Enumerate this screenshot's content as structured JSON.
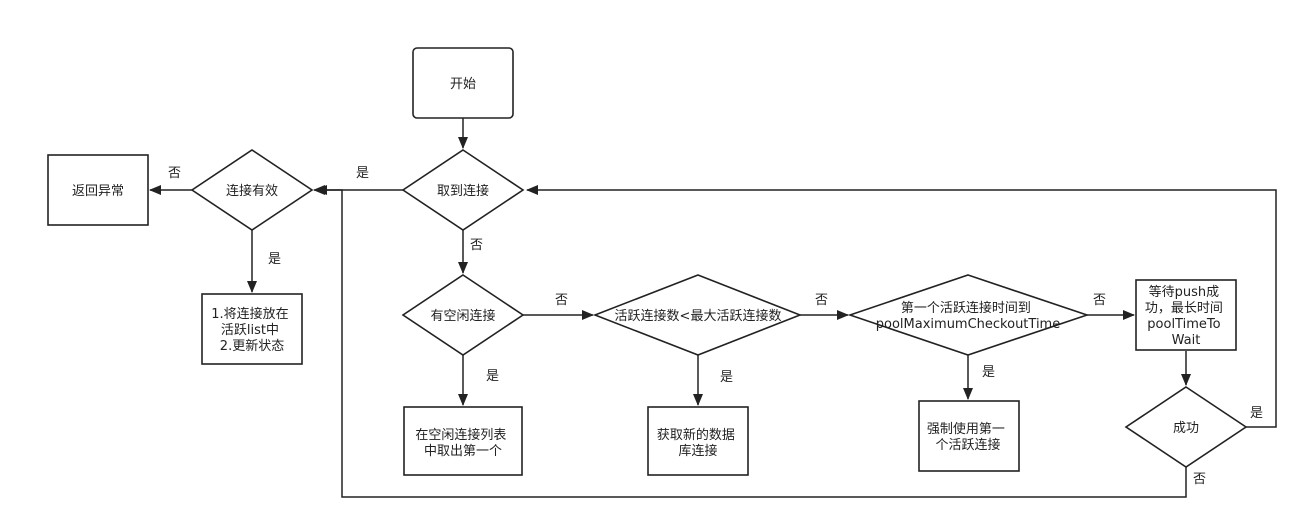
{
  "nodes": {
    "start": [
      "开始"
    ],
    "got_connection": [
      "取到连接"
    ],
    "connection_valid": [
      "连接有效"
    ],
    "return_exception": [
      "返回异常"
    ],
    "put_active": [
      "1.将连接放在",
      "活跃list中",
      "2.更新状态"
    ],
    "has_idle": [
      "有空闲连接"
    ],
    "take_first_idle": [
      "在空闲连接列表",
      "中取出第一个"
    ],
    "active_lt_max": [
      "活跃连接数<最大活跃连接数"
    ],
    "get_new_connection": [
      "获取新的数据",
      "库连接"
    ],
    "first_active_time": [
      "第一个活跃连接时间到",
      "poolMaximumCheckoutTime"
    ],
    "force_use_first": [
      "强制使用第一",
      "个活跃连接"
    ],
    "wait_push": [
      "等待push成",
      "功，最长时间",
      "poolTimeTo",
      "Wait"
    ],
    "success": [
      "成功"
    ]
  },
  "edges": {
    "yes": "是",
    "no": "否"
  }
}
